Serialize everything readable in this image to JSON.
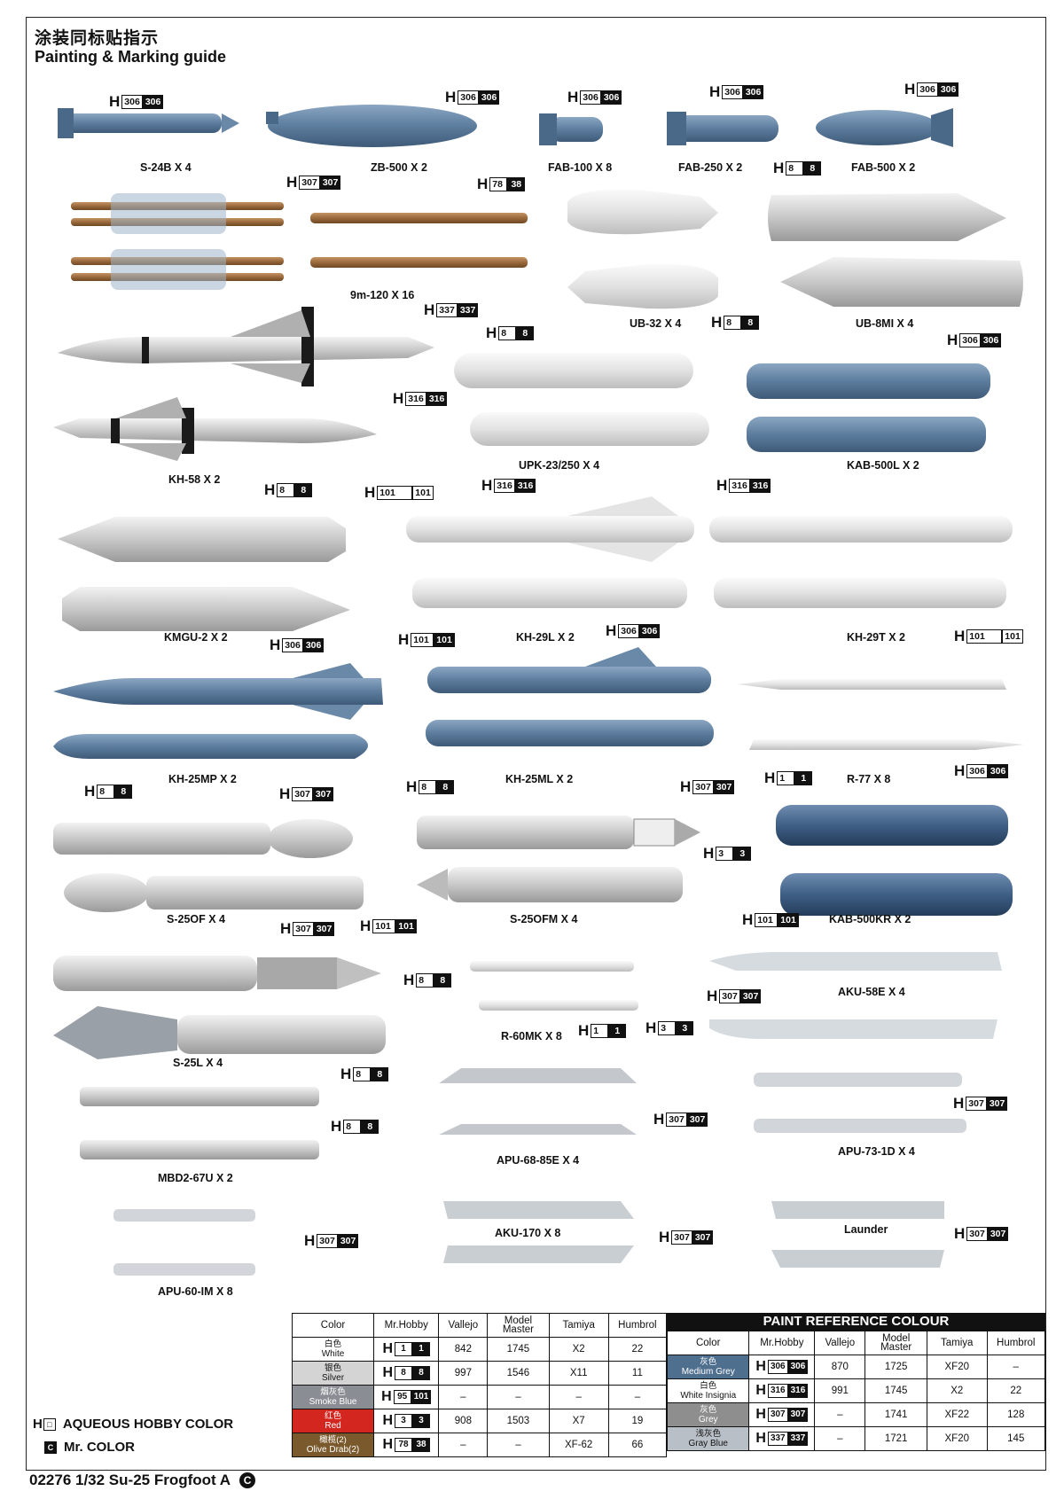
{
  "header": {
    "title_cn": "涂装同标贴指示",
    "title_en": "Painting & Marking guide"
  },
  "weapons": [
    {
      "id": "s24b",
      "label": "S-24B X 4",
      "codes": [
        "306"
      ]
    },
    {
      "id": "zb500",
      "label": "ZB-500 X 2",
      "codes": [
        "306"
      ]
    },
    {
      "id": "fab100",
      "label": "FAB-100 X 8",
      "codes": [
        "306"
      ]
    },
    {
      "id": "fab250",
      "label": "FAB-250 X 2",
      "codes": [
        "306"
      ]
    },
    {
      "id": "fab500",
      "label": "FAB-500 X 2",
      "codes": [
        "306"
      ]
    },
    {
      "id": "9m120",
      "label": "9m-120 X 16",
      "codes": [
        "307",
        "78"
      ]
    },
    {
      "id": "ub32",
      "label": "UB-32 X 4",
      "codes": [
        "8"
      ]
    },
    {
      "id": "ub8mi",
      "label": "UB-8MI X 4",
      "codes": [
        "8"
      ]
    },
    {
      "id": "kh58",
      "label": "KH-58 X 2",
      "codes": [
        "337",
        "316"
      ]
    },
    {
      "id": "upk23",
      "label": "UPK-23/250 X 4",
      "codes": [
        "8"
      ]
    },
    {
      "id": "kab500l",
      "label": "KAB-500L X 2",
      "codes": [
        "306"
      ]
    },
    {
      "id": "kmgu2",
      "label": "KMGU-2 X 2",
      "codes": [
        "8"
      ]
    },
    {
      "id": "kh29l",
      "label": "KH-29L X 2",
      "codes": [
        "101",
        "316"
      ]
    },
    {
      "id": "kh29t",
      "label": "KH-29T X 2",
      "codes": [
        "316",
        "101"
      ]
    },
    {
      "id": "kh25mp",
      "label": "KH-25MP X 2",
      "codes": [
        "306"
      ]
    },
    {
      "id": "kh25ml",
      "label": "KH-25ML X 2",
      "codes": [
        "101",
        "306"
      ]
    },
    {
      "id": "r77",
      "label": "R-77 X 8",
      "codes": [
        "1"
      ]
    },
    {
      "id": "s25of",
      "label": "S-25OF X 4",
      "codes": [
        "8",
        "307"
      ]
    },
    {
      "id": "s25ofm",
      "label": "S-25OFM X 4",
      "codes": [
        "8",
        "307",
        "3"
      ]
    },
    {
      "id": "kab500kr",
      "label": "KAB-500KR X 2",
      "codes": [
        "306",
        "101"
      ]
    },
    {
      "id": "s25l",
      "label": "S-25L X 4",
      "codes": [
        "307",
        "101",
        "8"
      ]
    },
    {
      "id": "r60mk",
      "label": "R-60MK X 8",
      "codes": [
        "8",
        "1",
        "3"
      ]
    },
    {
      "id": "aku58e",
      "label": "AKU-58E X 4",
      "codes": [
        "307"
      ]
    },
    {
      "id": "mbd2",
      "label": "MBD2-67U X 2",
      "codes": [
        "8"
      ]
    },
    {
      "id": "apu68",
      "label": "APU-68-85E X 4",
      "codes": [
        "307"
      ]
    },
    {
      "id": "apu73",
      "label": "APU-73-1D X 4",
      "codes": [
        "307"
      ]
    },
    {
      "id": "apu60",
      "label": "APU-60-IM X 8",
      "codes": [
        "307"
      ]
    },
    {
      "id": "aku170",
      "label": "AKU-170 X 8",
      "codes": [
        "307"
      ]
    },
    {
      "id": "launder",
      "label": "Launder",
      "codes": [
        "307"
      ]
    }
  ],
  "colors": {
    "grey_blue": "#5d7d9e",
    "silver": "#c9c9c9",
    "light_grey": "#dcdcdc",
    "olive_brown": "#9a6a3c",
    "black_band": "#1a1a1a",
    "red_mark": "#d8322b"
  },
  "table_left": {
    "headers": [
      "Color",
      "Mr.Hobby",
      "Vallejo",
      "Model Master",
      "Tamiya",
      "Humbrol"
    ],
    "rows": [
      {
        "cn": "白色",
        "name": "White",
        "h": "1",
        "c": "1",
        "vallejo": "842",
        "mm": "1745",
        "tamiya": "X2",
        "humbrol": "22",
        "swatch": "#ffffff",
        "text": "#111"
      },
      {
        "cn": "银色",
        "name": "Silver",
        "h": "8",
        "c": "8",
        "vallejo": "997",
        "mm": "1546",
        "tamiya": "X11",
        "humbrol": "11",
        "swatch": "#d4d4d4",
        "text": "#111"
      },
      {
        "cn": "烟灰色",
        "name": "Smoke Blue",
        "h": "95",
        "c": "101",
        "vallejo": "–",
        "mm": "–",
        "tamiya": "–",
        "humbrol": "–",
        "swatch": "#8a8d93",
        "text": "#fff"
      },
      {
        "cn": "红色",
        "name": "Red",
        "h": "3",
        "c": "3",
        "vallejo": "908",
        "mm": "1503",
        "tamiya": "X7",
        "humbrol": "19",
        "swatch": "#d3261f",
        "text": "#fff"
      },
      {
        "cn": "橄榄(2)",
        "name": "Olive Drab(2)",
        "h": "78",
        "c": "38",
        "vallejo": "–",
        "mm": "–",
        "tamiya": "XF-62",
        "humbrol": "66",
        "swatch": "#7a5a2c",
        "text": "#fff"
      }
    ]
  },
  "table_right": {
    "title": "PAINT  REFERENCE COLOUR",
    "headers": [
      "Color",
      "Mr.Hobby",
      "Vallejo",
      "Model Master",
      "Tamiya",
      "Humbrol"
    ],
    "rows": [
      {
        "cn": "灰色",
        "name": "Medium Grey",
        "h": "306",
        "c": "306",
        "vallejo": "870",
        "mm": "1725",
        "tamiya": "XF20",
        "humbrol": "–",
        "swatch": "#4f6f8f",
        "text": "#fff"
      },
      {
        "cn": "白色",
        "name": "White Insignia",
        "h": "316",
        "c": "316",
        "vallejo": "991",
        "mm": "1745",
        "tamiya": "X2",
        "humbrol": "22",
        "swatch": "#ffffff",
        "text": "#111"
      },
      {
        "cn": "灰色",
        "name": "Grey",
        "h": "307",
        "c": "307",
        "vallejo": "–",
        "mm": "1741",
        "tamiya": "XF22",
        "humbrol": "128",
        "swatch": "#8e8e8e",
        "text": "#fff"
      },
      {
        "cn": "浅灰色",
        "name": "Gray Blue",
        "h": "337",
        "c": "337",
        "vallejo": "–",
        "mm": "1721",
        "tamiya": "XF20",
        "humbrol": "145",
        "swatch": "#b9bfc6",
        "text": "#111"
      }
    ]
  },
  "legend": {
    "aqueous": "AQUEOUS HOBBY COLOR",
    "mrcolor": "Mr. COLOR",
    "aqueous_mark": "H",
    "mrcolor_mark": "C"
  },
  "footer": {
    "text": "02276 1/32 Su-25 Frogfoot A",
    "badge": "C"
  }
}
